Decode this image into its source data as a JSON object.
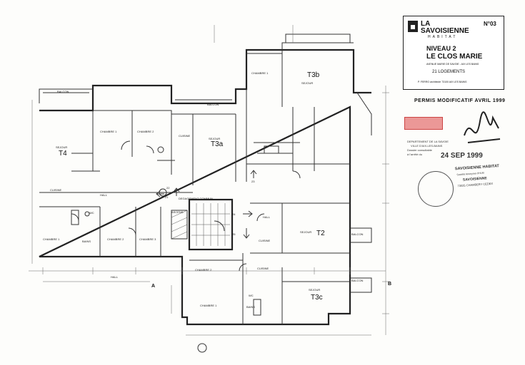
{
  "title_block": {
    "org_line1": "LA",
    "org_line2": "SAVOISIENNE",
    "org_line3": "HABITAT",
    "number": "N°03",
    "level": "NIVEAU 2",
    "project": "LE CLOS MARIE",
    "address_line": "AVENUE MARIE DE SAVOIE - AIX LES BAINS",
    "units": "21 LOGEMENTS",
    "architect_line": "P. FERRO architecte 73100 AIX LES BAINS"
  },
  "permit": {
    "heading": "PERMIS MODIFICATIF AVRIL 1999",
    "dept_line1": "DEPARTEMENT DE LA SAVOIE",
    "dept_line2": "VILLE D'AIX-LES-BAINS",
    "dept_line3": "Dossier consultable",
    "dept_line4": "à l'arrêté du",
    "stamp_date": "24 SEP 1999",
    "seal_text": "SAVOISIENNE HABITAT",
    "seal_line2": "Société Anonyme d'HLM",
    "seal_line3": "SAVOISIENNE",
    "seal_line4": "73025 CHAMBERY CEDEX"
  },
  "units": [
    {
      "code": "T4"
    },
    {
      "code": "T3a"
    },
    {
      "code": "T3b"
    },
    {
      "code": "T2"
    },
    {
      "code": "T3c"
    }
  ],
  "rooms": {
    "sejour": "SEJOUR",
    "chambre1": "CHAMBRE 1",
    "chambre2": "CHAMBRE 2",
    "chambre3": "CHAMBRE 3",
    "cuisine": "CUISINE",
    "balcon": "BALCON",
    "hall": "HALL",
    "bains": "BAINS",
    "wc": "WC",
    "degagement": "DEGAGEMENT COMMUN",
    "ascenseur": "ASCENS."
  },
  "axis_marks": {
    "a": "A",
    "b": "B"
  },
  "stair_numbers": {
    "s21": "21",
    "s22": "22",
    "s23": "23",
    "s24": "24",
    "s25": "25"
  }
}
